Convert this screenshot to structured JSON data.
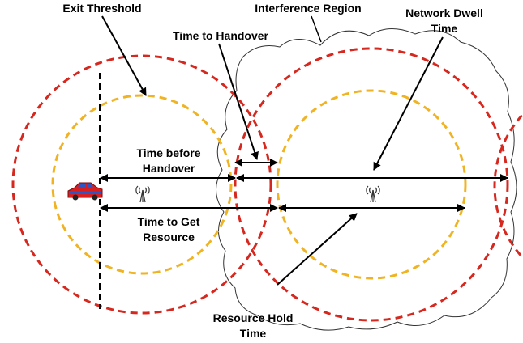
{
  "labels": {
    "exit_threshold": "Exit Threshold",
    "interference_region": "Interference Region",
    "network_dwell_time_line1": "Network Dwell",
    "network_dwell_time_line2": "Time",
    "time_to_handover": "Time to Handover",
    "time_before_handover_line1": "Time before",
    "time_before_handover_line2": "Handover",
    "time_to_get_resource_line1": "Time to Get",
    "time_to_get_resource_line2": "Resource",
    "resource_hold_time_line1": "Resource Hold",
    "resource_hold_time_line2": "Time"
  },
  "colors": {
    "outer_coverage": "#d6281f",
    "inner_coverage": "#f0b323",
    "arrows": "#000000",
    "region_outline": "#333333",
    "car_body": "#d81e1e",
    "car_windows": "#2a56c6"
  },
  "icons": {
    "vehicle": "car-icon",
    "base_station_left": "antenna-icon",
    "base_station_right": "antenna-icon"
  }
}
